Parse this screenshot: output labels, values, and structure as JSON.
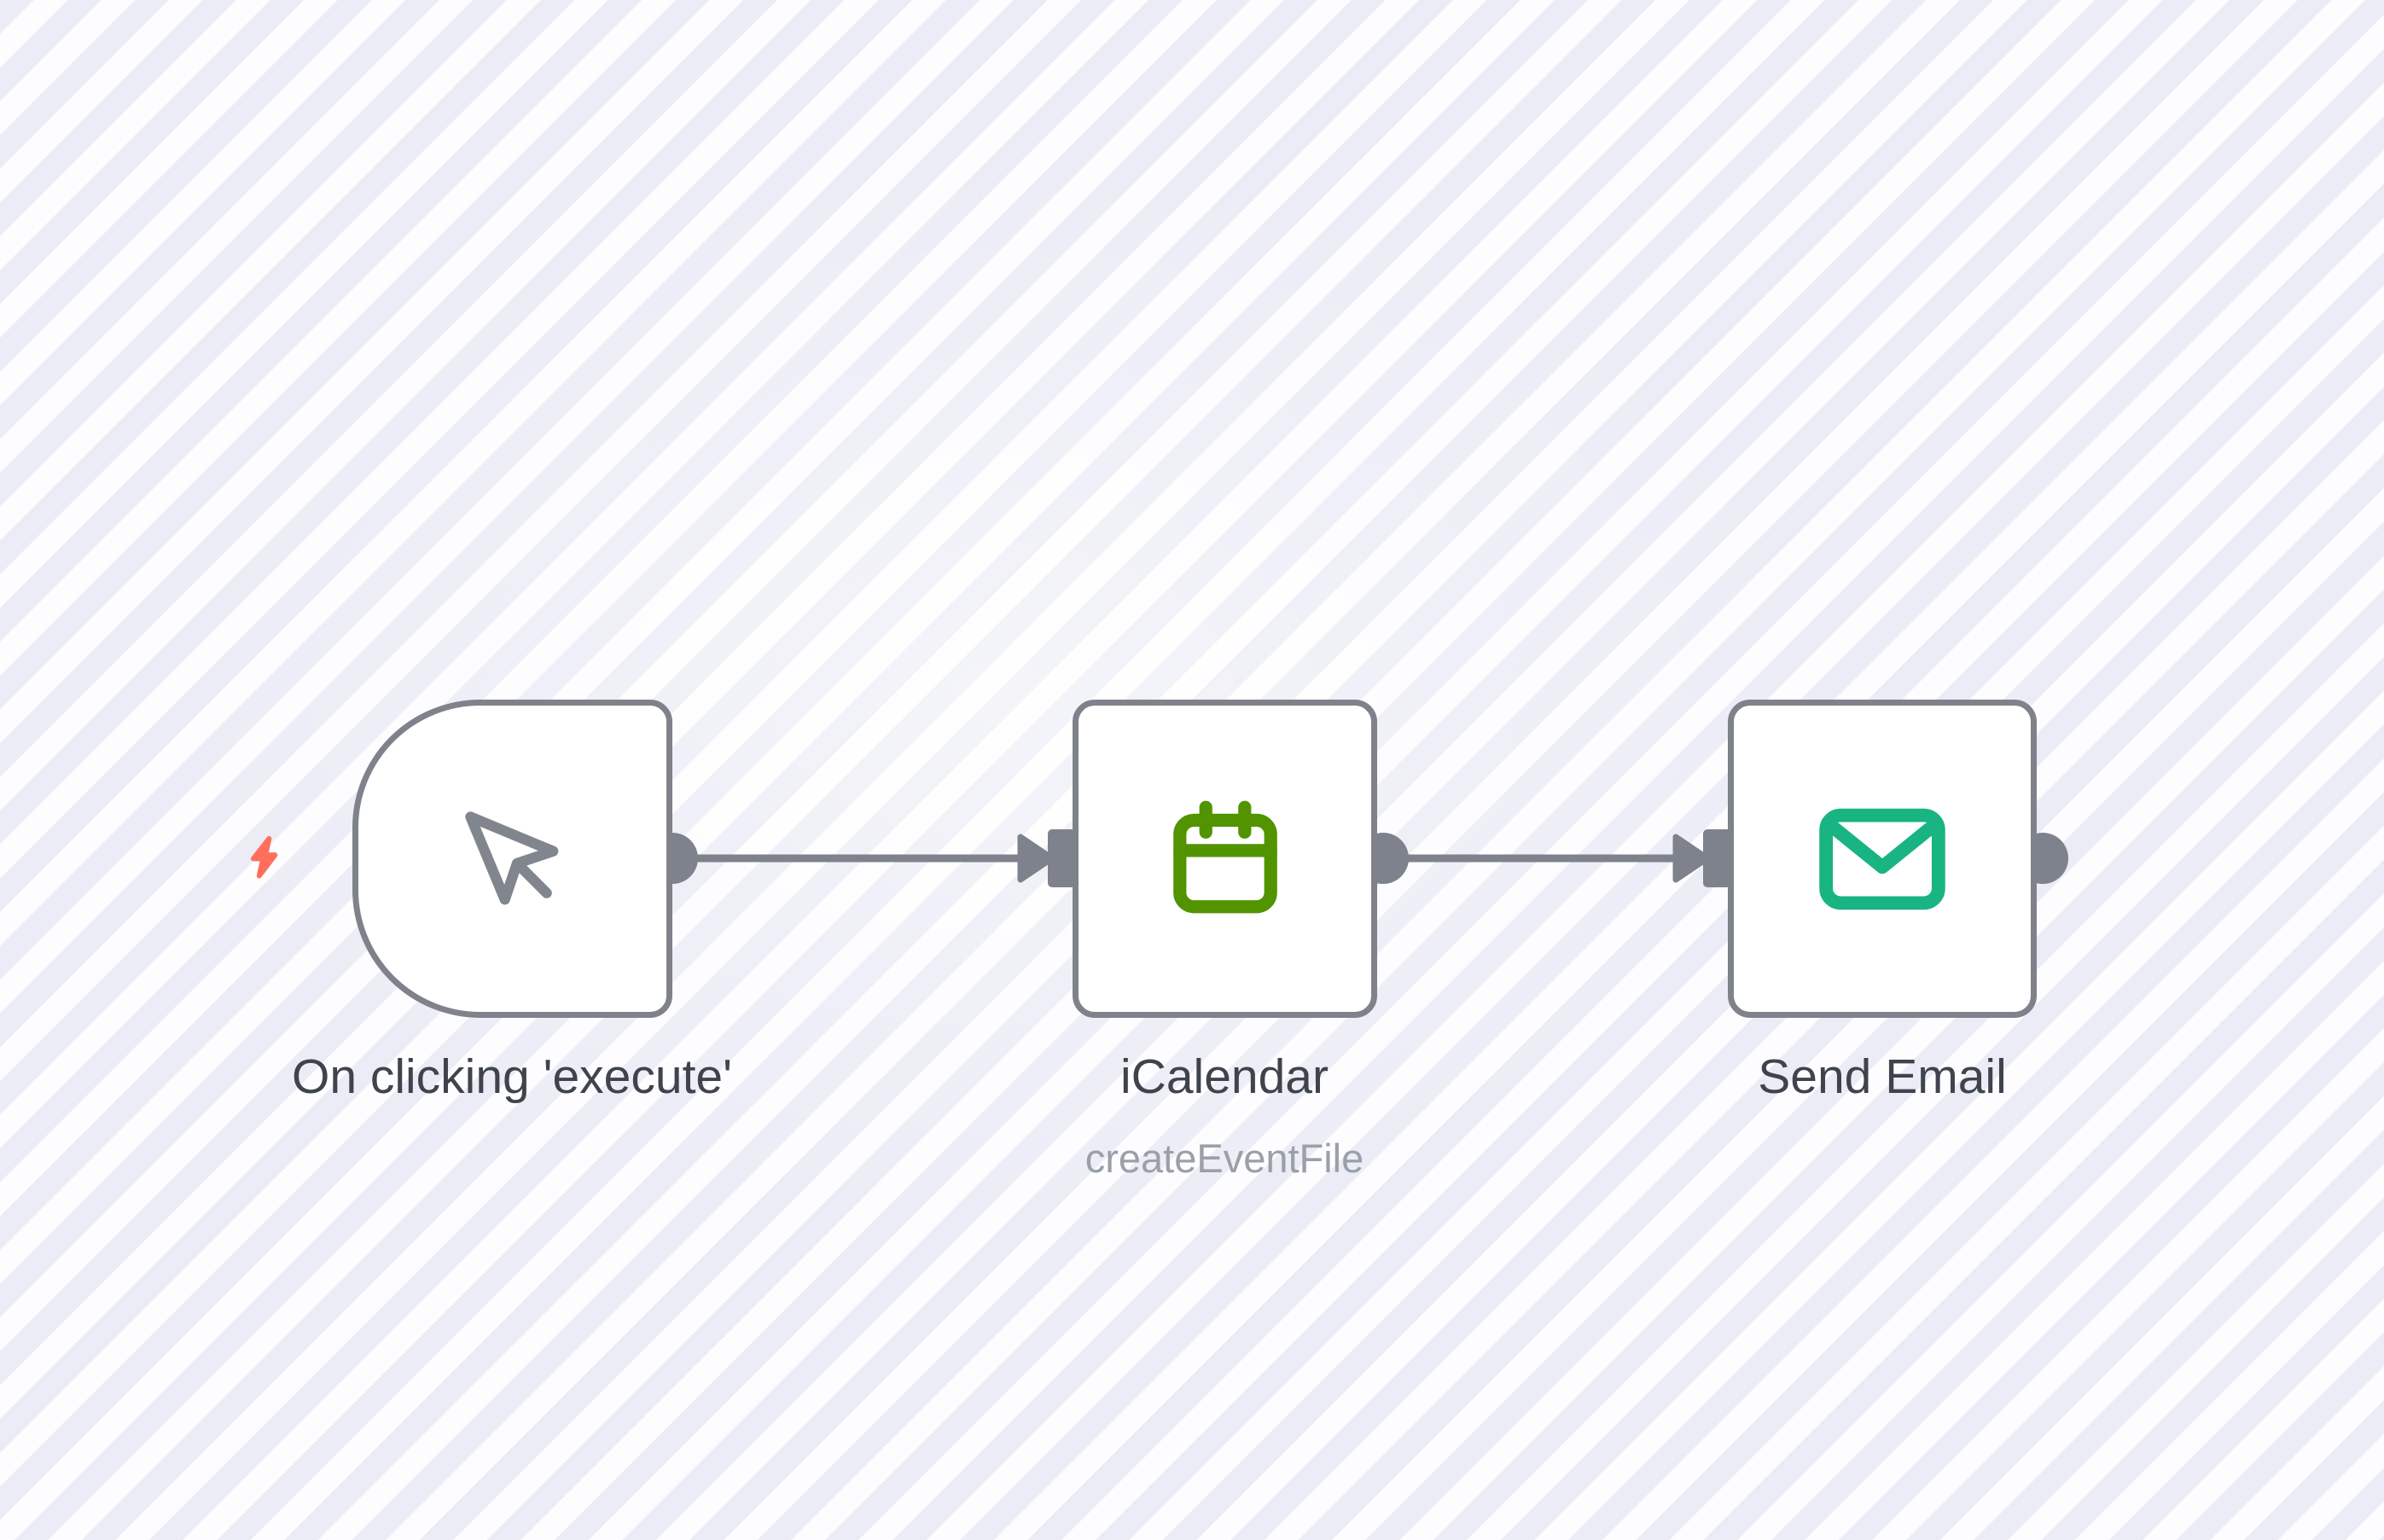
{
  "workflow": {
    "nodes": [
      {
        "id": "manual-trigger",
        "label": "On clicking 'execute'",
        "icon": "mouse-pointer-icon",
        "icon_color": "#81858e",
        "shape": "rounded-left-trigger"
      },
      {
        "id": "icalendar",
        "label": "iCalendar",
        "subtitle": "createEventFile",
        "icon": "calendar-icon",
        "icon_color": "#519400",
        "shape": "rounded-square"
      },
      {
        "id": "send-email",
        "label": "Send Email",
        "icon": "envelope-icon",
        "icon_color": "#18b481",
        "shape": "rounded-square"
      }
    ],
    "connections": [
      {
        "from": "manual-trigger",
        "to": "icalendar"
      },
      {
        "from": "icalendar",
        "to": "send-email"
      }
    ],
    "trigger_indicator": {
      "icon": "lightning-bolt-icon",
      "color": "#ff6f5c"
    }
  },
  "colors": {
    "node_border": "#7f828b",
    "connector": "#7e828c",
    "label_text": "#3f444c",
    "subtitle_text": "#9aa0a8",
    "stripe_light": "#fdfdff",
    "stripe_dark": "#ebecf5",
    "node_background": "#ffffff"
  }
}
